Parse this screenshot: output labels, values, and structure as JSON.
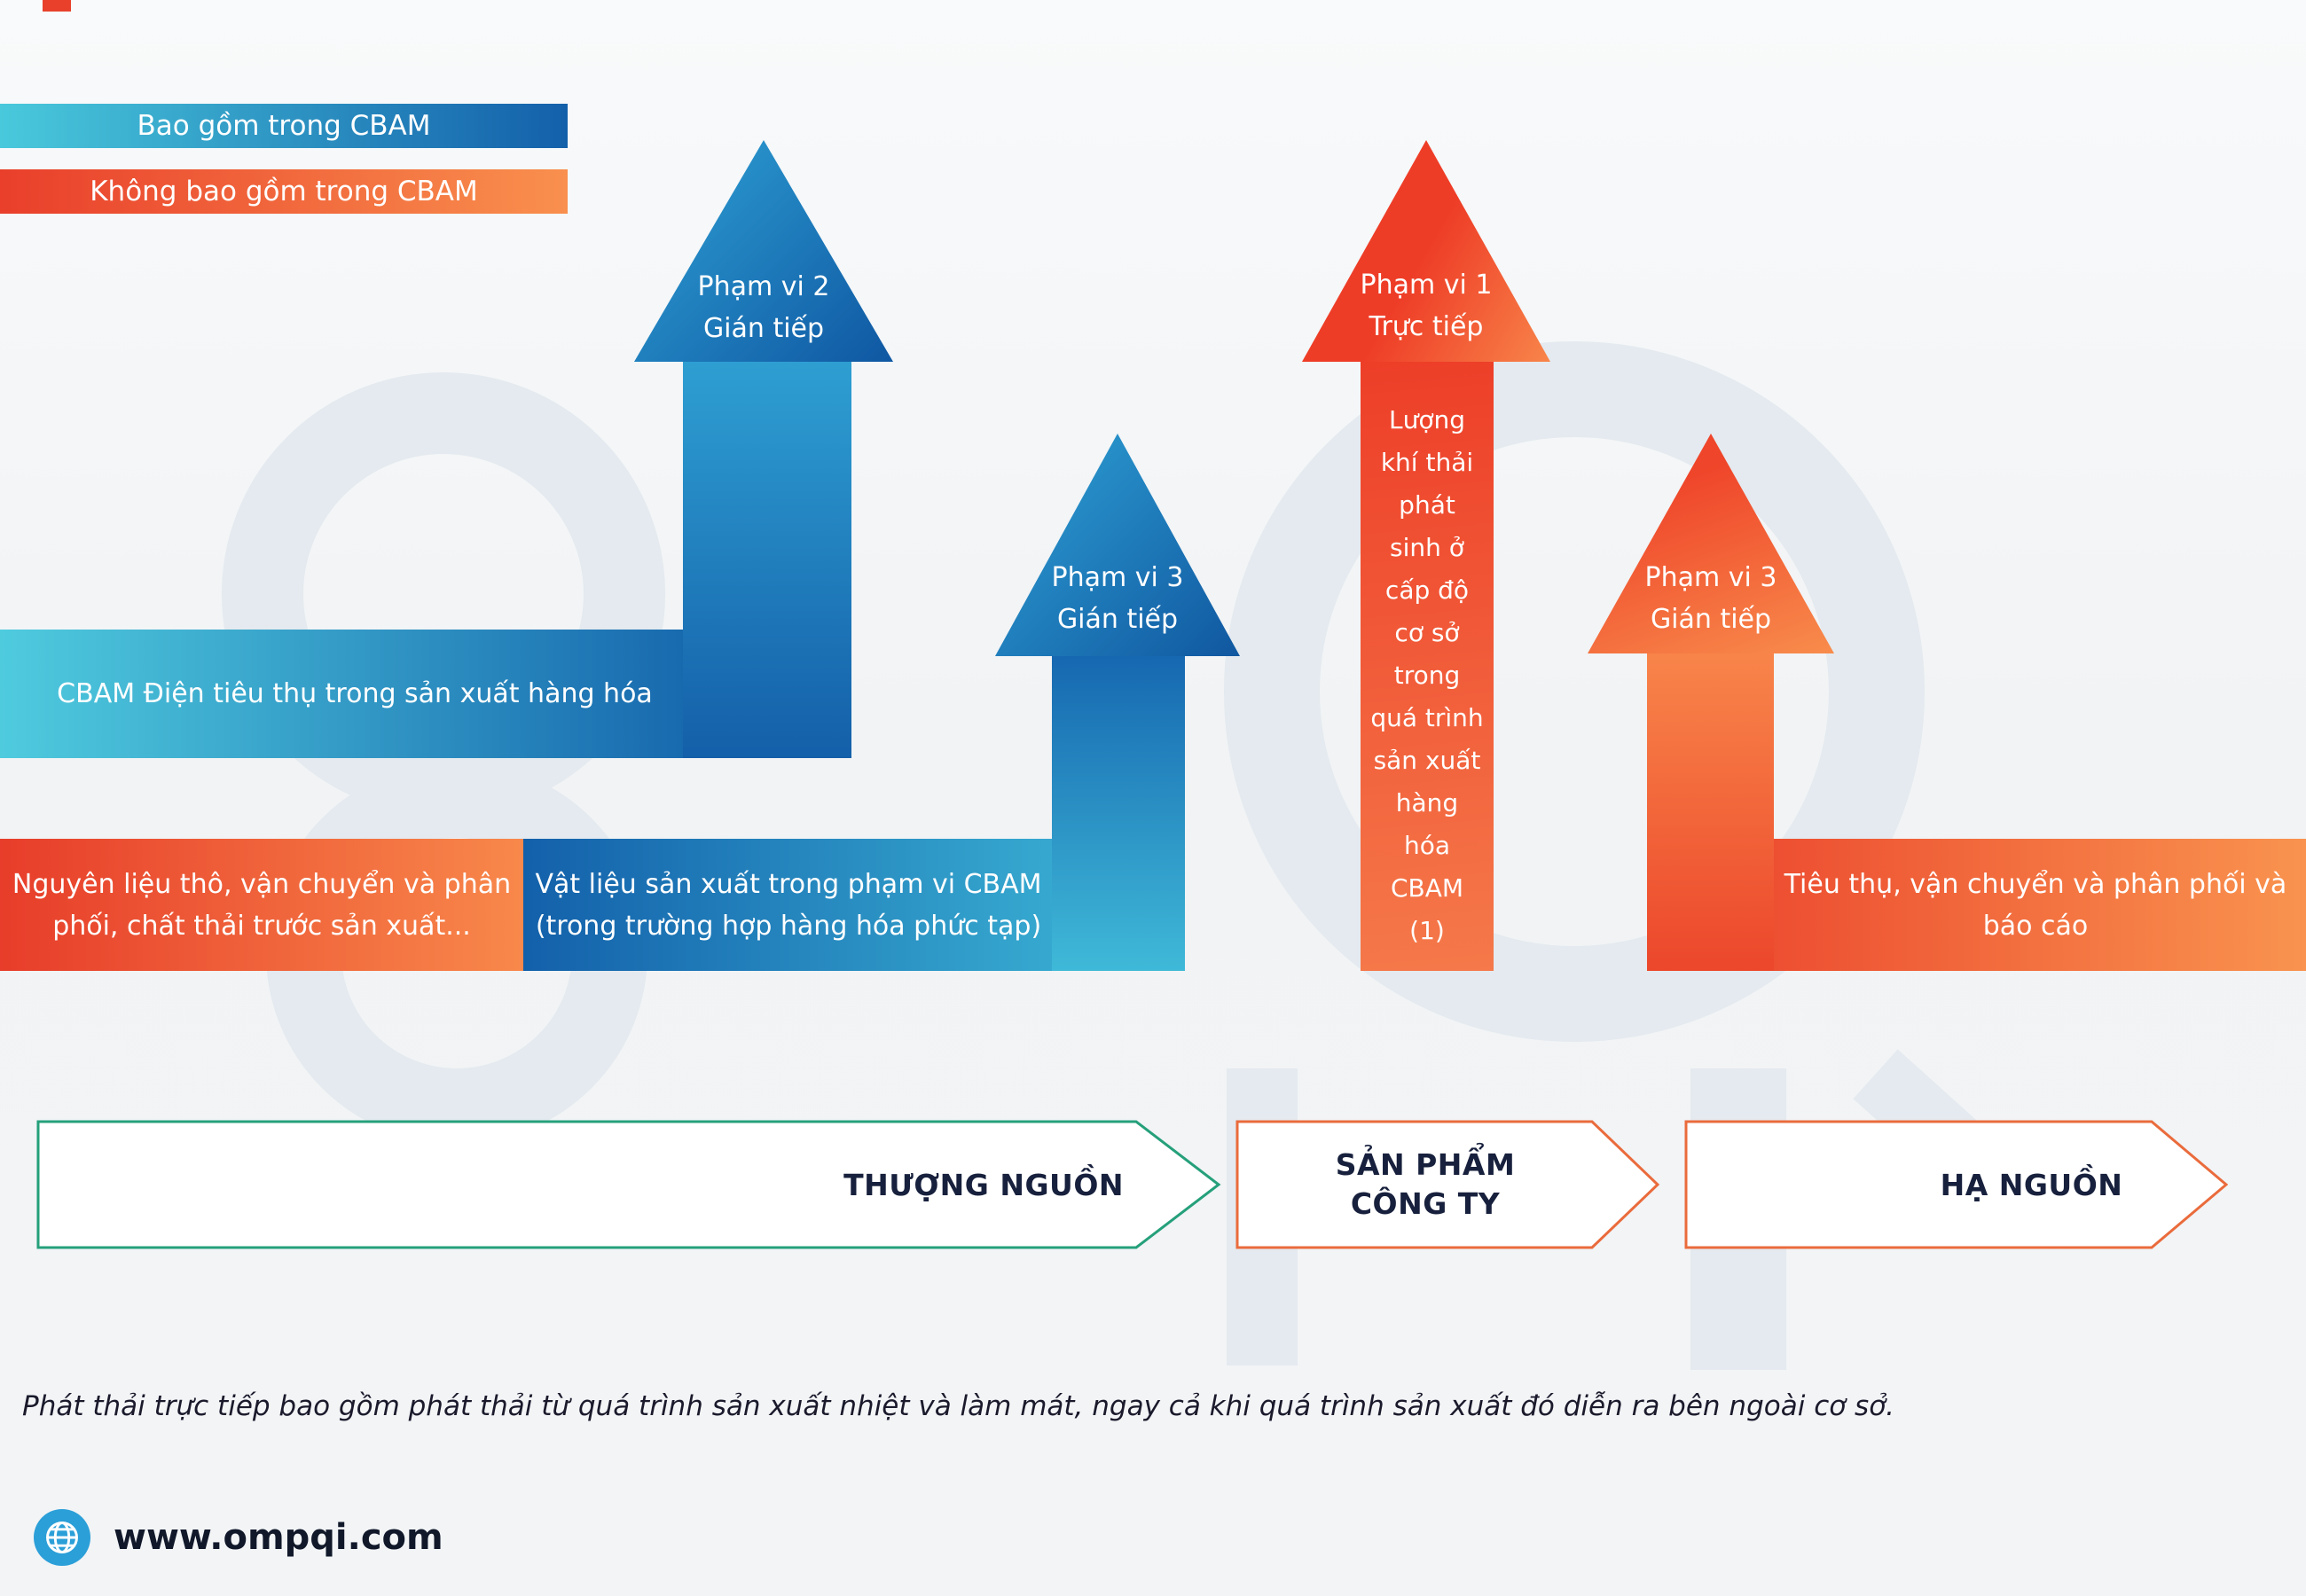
{
  "legend": {
    "included_label": "Bao gồm trong CBAM",
    "excluded_label": "Không bao gồm trong CBAM"
  },
  "arrows": {
    "scope2": {
      "title_lines": [
        "Phạm vi 2",
        "Gián tiếp"
      ],
      "bar_label": "CBAM Điện tiêu thụ trong sản xuất hàng hóa"
    },
    "scope3_upstream": {
      "title_lines": [
        "Phạm vi 3",
        "Gián tiếp"
      ],
      "bar_lines": [
        "Vật liệu sản xuất trong phạm vi CBAM",
        "(trong trường hợp hàng hóa phức tạp)"
      ]
    },
    "scope1": {
      "title_lines": [
        "Phạm vi 1",
        "Trực tiếp"
      ],
      "shaft_lines": [
        "Lượng",
        "khí thải",
        "phát",
        "sinh ở",
        "cấp độ",
        "cơ sở",
        "trong",
        "quá trình",
        "sản xuất",
        "hàng",
        "hóa",
        "CBAM",
        "(1)"
      ]
    },
    "scope3_downstream": {
      "title_lines": [
        "Phạm vi 3",
        "Gián tiếp"
      ],
      "bar_lines": [
        "Tiêu thụ, vận chuyển và phân phối và",
        "báo cáo"
      ]
    },
    "excluded_upstream": {
      "bar_lines": [
        "Nguyên liệu thô, vận chuyển và phân",
        "phối, chất thải trước sản xuất..."
      ]
    }
  },
  "stages": {
    "upstream_label": "THƯỢNG NGUỒN",
    "product_lines": [
      "SẢN PHẨM",
      "CÔNG TY"
    ],
    "downstream_label": "HẠ NGUỒN"
  },
  "footnote": "Phát thải trực tiếp bao gồm phát thải từ quá trình sản xuất nhiệt và làm mát, ngay cả khi quá trình sản xuất đó diễn ra bên ngoài cơ sở.",
  "footer": {
    "website": "www.ompqi.com",
    "icon": "globe-icon"
  },
  "colors": {
    "included_gradient_start": "#49C9DC",
    "included_gradient_end": "#1360AA",
    "excluded_gradient_start": "#E93F2B",
    "excluded_gradient_end": "#F9904E",
    "upstream_outline": "#25A07A",
    "product_downstream_outline": "#EA6B3C",
    "watermark": "#E4EAEF",
    "stage_text": "#17203C"
  }
}
